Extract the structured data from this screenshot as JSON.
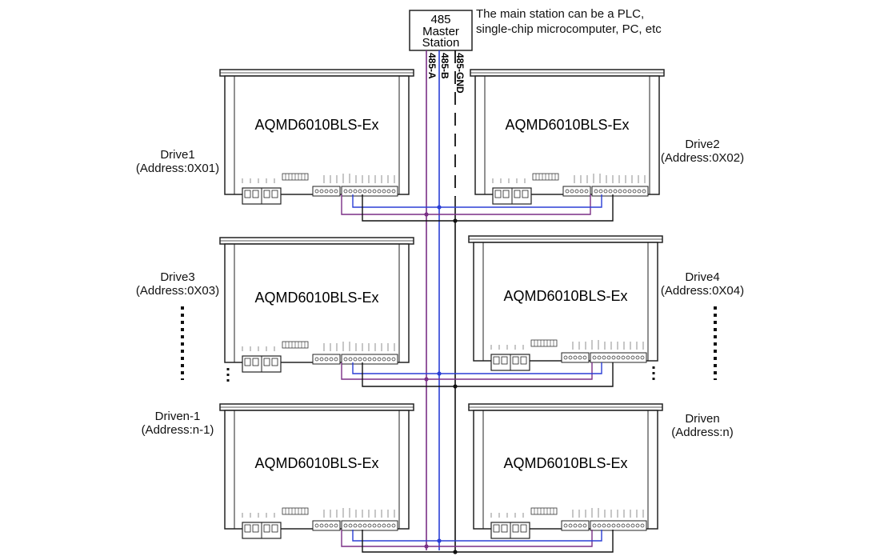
{
  "master": {
    "line1": "485",
    "line2": "Master",
    "line3": "Station",
    "note_line1": "The main station can be a PLC,",
    "note_line2": "single-chip microcomputer, PC, etc"
  },
  "bus": {
    "a_label": "485-A",
    "b_label": "485-B",
    "gnd_label": "485-GND",
    "colors": {
      "a": "#7a2f86",
      "b": "#2b3fd6",
      "gnd": "#111111"
    }
  },
  "drives": [
    {
      "model": "AQMD6010BLS-Ex",
      "name": "Drive1",
      "address": "(Address:0X01)"
    },
    {
      "model": "AQMD6010BLS-Ex",
      "name": "Drive2",
      "address": "(Address:0X02)"
    },
    {
      "model": "AQMD6010BLS-Ex",
      "name": "Drive3",
      "address": "(Address:0X03)"
    },
    {
      "model": "AQMD6010BLS-Ex",
      "name": "Drive4",
      "address": "(Address:0X04)"
    },
    {
      "model": "AQMD6010BLS-Ex",
      "name": "Driven-1",
      "address": "(Address:n-1)"
    },
    {
      "model": "AQMD6010BLS-Ex",
      "name": "Driven",
      "address": "(Address:n)"
    }
  ]
}
